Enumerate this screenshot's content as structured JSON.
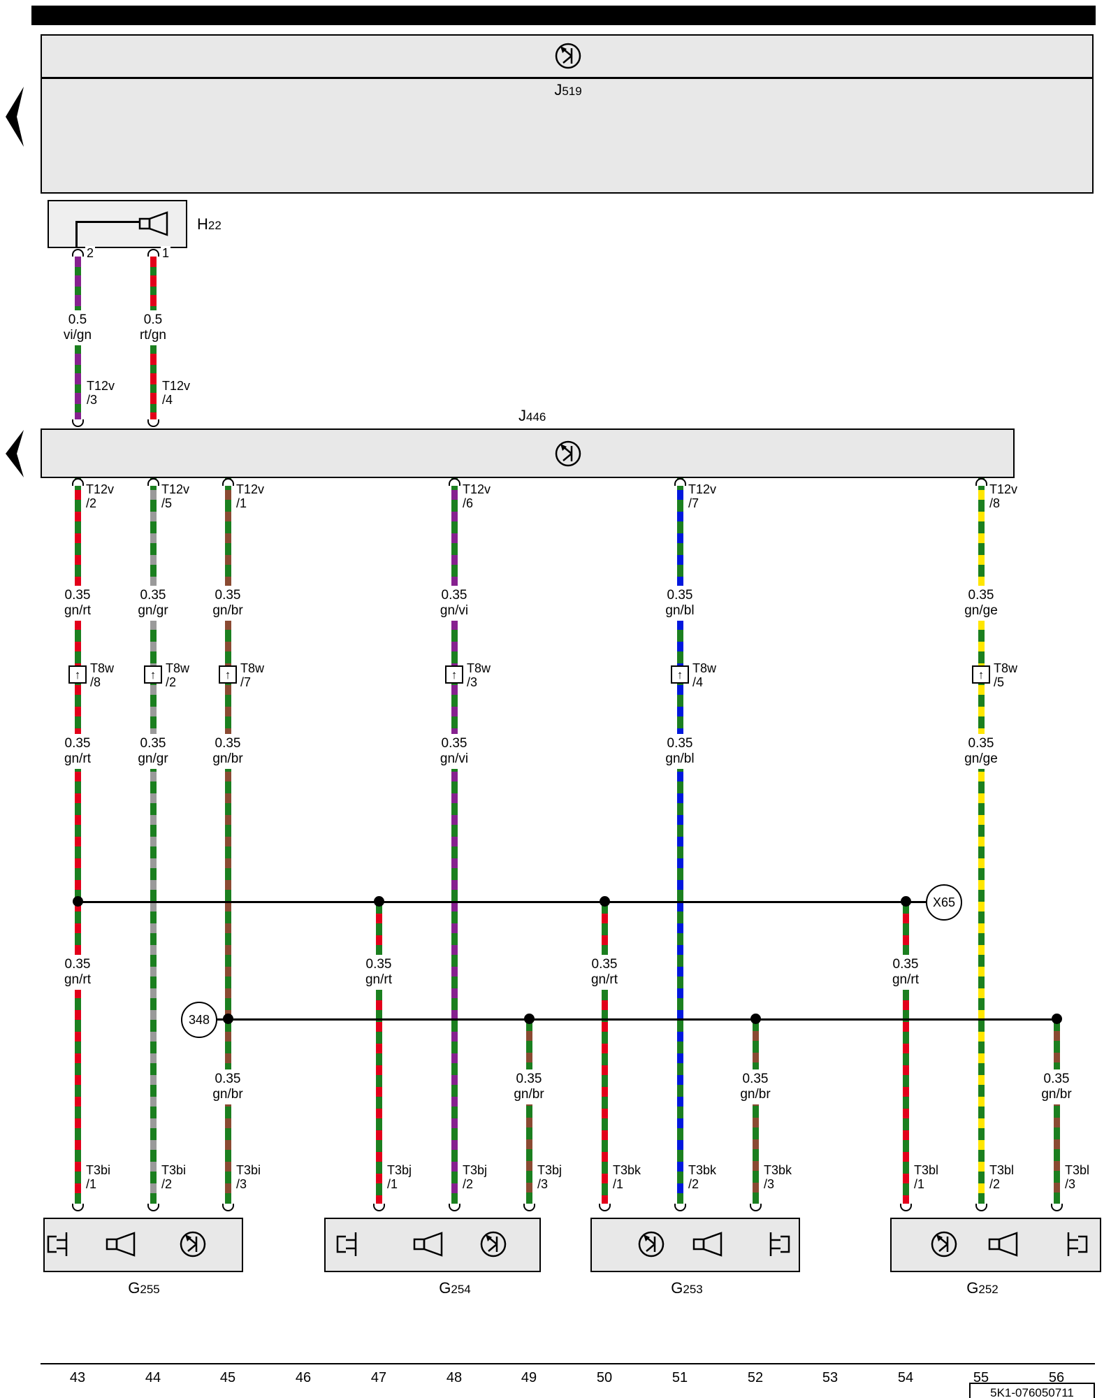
{
  "units": {
    "j519": {
      "letter": "J",
      "number": "519"
    },
    "j446": {
      "letter": "J",
      "number": "446"
    },
    "h22": {
      "letter": "H",
      "number": "22"
    }
  },
  "h22": {
    "pin_left": "2",
    "pin_right": "1",
    "wire_left": {
      "size": "0.5",
      "color": "vi/gn"
    },
    "wire_right": {
      "size": "0.5",
      "color": "rt/gn"
    },
    "conn_left": {
      "name": "T12v",
      "pin": "/3"
    },
    "conn_right": {
      "name": "T12v",
      "pin": "/4"
    }
  },
  "columns": [
    {
      "conn": "T12v",
      "conn_pin": "/2",
      "size": "0.35",
      "color": "gn/rt",
      "t8w": "T8w",
      "t8w_pin": "/8"
    },
    {
      "conn": "T12v",
      "conn_pin": "/5",
      "size": "0.35",
      "color": "gn/gr",
      "t8w": "T8w",
      "t8w_pin": "/2"
    },
    {
      "conn": "T12v",
      "conn_pin": "/1",
      "size": "0.35",
      "color": "gn/br",
      "t8w": "T8w",
      "t8w_pin": "/7"
    },
    {
      "conn": "T12v",
      "conn_pin": "/6",
      "size": "0.35",
      "color": "gn/vi",
      "t8w": "T8w",
      "t8w_pin": "/3"
    },
    {
      "conn": "T12v",
      "conn_pin": "/7",
      "size": "0.35",
      "color": "gn/bl",
      "t8w": "T8w",
      "t8w_pin": "/4"
    },
    {
      "conn": "T12v",
      "conn_pin": "/8",
      "size": "0.35",
      "color": "gn/ge",
      "t8w": "T8w",
      "t8w_pin": "/5"
    }
  ],
  "x65": {
    "label": "X65"
  },
  "x65_wire": {
    "size": "0.35",
    "color": "gn/rt"
  },
  "n348": {
    "label": "348"
  },
  "n348_wire": {
    "size": "0.35",
    "color": "gn/br"
  },
  "bottom_connectors": [
    {
      "name": "T3bi",
      "pin": "/1"
    },
    {
      "name": "T3bi",
      "pin": "/2"
    },
    {
      "name": "T3bi",
      "pin": "/3"
    },
    {
      "name": "T3bj",
      "pin": "/1"
    },
    {
      "name": "T3bj",
      "pin": "/2"
    },
    {
      "name": "T3bj",
      "pin": "/3"
    },
    {
      "name": "T3bk",
      "pin": "/1"
    },
    {
      "name": "T3bk",
      "pin": "/2"
    },
    {
      "name": "T3bk",
      "pin": "/3"
    },
    {
      "name": "T3bl",
      "pin": "/1"
    },
    {
      "name": "T3bl",
      "pin": "/2"
    },
    {
      "name": "T3bl",
      "pin": "/3"
    }
  ],
  "speakers": [
    {
      "letter": "G",
      "number": "255"
    },
    {
      "letter": "G",
      "number": "254"
    },
    {
      "letter": "G",
      "number": "253"
    },
    {
      "letter": "G",
      "number": "252"
    }
  ],
  "tracks": [
    "43",
    "44",
    "45",
    "46",
    "47",
    "48",
    "49",
    "50",
    "51",
    "52",
    "53",
    "54",
    "55",
    "56"
  ],
  "part_number": "5K1-076050711",
  "icons": {
    "up_arrow": "↑",
    "control_unit_symbol": "circled-arrow-symbol",
    "speaker_symbol": "horn-speaker",
    "tweeter_symbol": "piezo-tweeter",
    "continuation_symbol": "left-arrow"
  },
  "wire_colors": {
    "gn": "#1b7f1f",
    "rt": "#e2001a",
    "gr": "#9a9a9a",
    "br": "#8a4a32",
    "vi": "#86218f",
    "bl": "#0018dd",
    "ge": "#ffe600"
  }
}
